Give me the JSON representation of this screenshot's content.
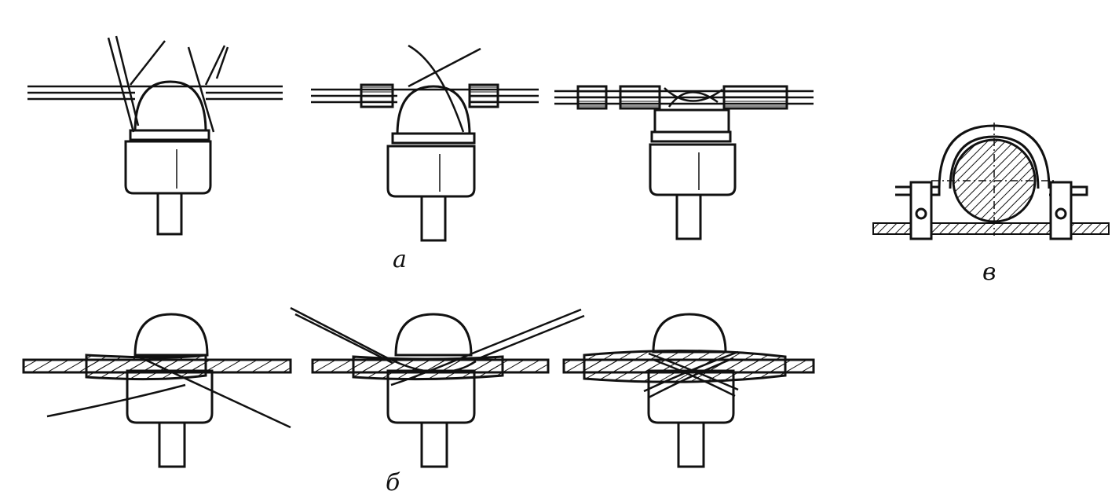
{
  "labels": {
    "a": "а",
    "b": "б",
    "v": "в"
  },
  "palette": {
    "ink": "#111111",
    "paper": "#ffffff"
  },
  "figures": {
    "row_a": [
      "insulator-wire-tie-step-1",
      "insulator-wire-tie-step-2",
      "insulator-wire-tie-step-3"
    ],
    "row_b": [
      "insulator-cable-tie-step-1",
      "insulator-cable-tie-step-2",
      "insulator-cable-tie-step-3"
    ],
    "section_v": "cable-clamp-cross-section"
  }
}
